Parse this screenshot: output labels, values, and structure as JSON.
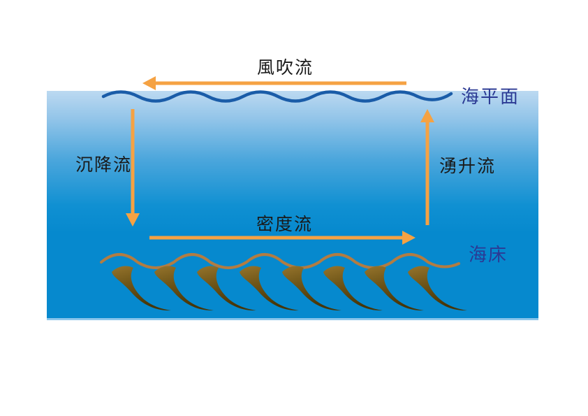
{
  "diagram": {
    "name": "ocean-current-circulation-diagram",
    "labels": {
      "wind_current": "風吹流",
      "sea_surface": "海平面",
      "sinking_current": "沉降流",
      "upwelling_current": "湧升流",
      "density_current": "密度流",
      "seabed": "海床"
    },
    "colors": {
      "arrow_orange": "#F5A243",
      "surface_wave_blue": "#1A5CA8",
      "navy_label": "#2B3A94",
      "black_label": "#1A1A1A",
      "ocean_gradient_top": "#BCD9F1",
      "ocean_gradient_bottom": "#0689CE",
      "seabed_line_brown": "#B27C42",
      "seaweed_light": "#96742C",
      "seaweed_dark": "#463508"
    }
  }
}
